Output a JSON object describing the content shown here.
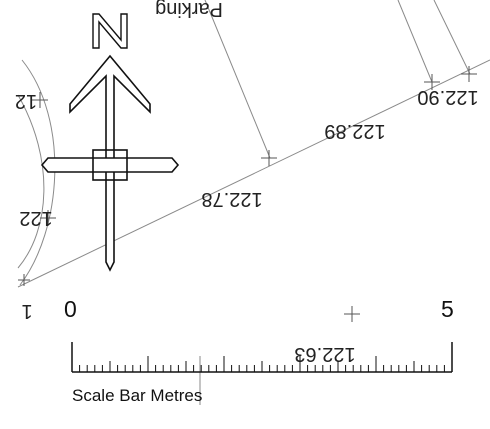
{
  "map": {
    "street_label": "Parking",
    "spot_heights": [
      {
        "id": "h1",
        "text": "122.90"
      },
      {
        "id": "h2",
        "text": "122.89"
      },
      {
        "id": "h3",
        "text": "122.78"
      },
      {
        "id": "h4",
        "text": "122.63"
      },
      {
        "id": "h5",
        "text": "122"
      },
      {
        "id": "h6",
        "text": "12"
      },
      {
        "id": "h7",
        "text": "1"
      }
    ],
    "north_arrow": {
      "letter": "N",
      "icon": "north-arrow-icon"
    },
    "scale_bar": {
      "start_label": "0",
      "end_label": "5",
      "title": "Scale Bar Metres"
    },
    "colors": {
      "line": "#8a8a8a",
      "ink": "#111111"
    }
  }
}
